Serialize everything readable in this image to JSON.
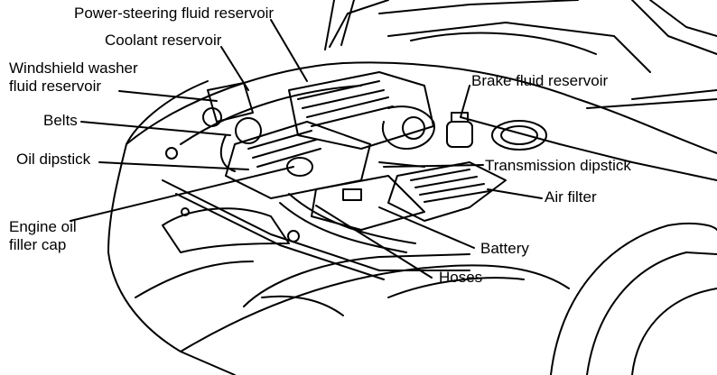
{
  "labels": {
    "power_steering": "Power-steering fluid reservoir",
    "coolant": "Coolant reservoir",
    "washer_line1": "Windshield washer",
    "washer_line2": "fluid reservoir",
    "belts": "Belts",
    "oil_dipstick": "Oil dipstick",
    "filler_line1": "Engine oil",
    "filler_line2": "filler cap",
    "brake": "Brake fluid reservoir",
    "transmission": "Transmission dipstick",
    "air_filter": "Air filter",
    "battery": "Battery",
    "hoses": "Hoses"
  }
}
